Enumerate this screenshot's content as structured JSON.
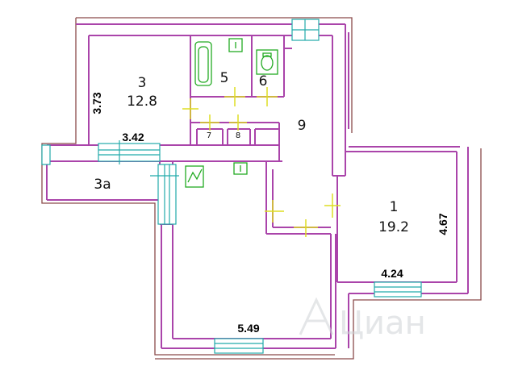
{
  "rooms": [
    {
      "number": "3",
      "area": "12.8"
    },
    {
      "number": "3a"
    },
    {
      "number": "5"
    },
    {
      "number": "6"
    },
    {
      "number": "7"
    },
    {
      "number": "8"
    },
    {
      "number": "9"
    },
    {
      "number": "1",
      "area": "19.2"
    }
  ],
  "dimensions": {
    "room3_height": "3.73",
    "room3_width": "3.42",
    "room1_height": "4.67",
    "room1_width": "4.24",
    "main_room_width": "5.49"
  },
  "watermark": "Циан",
  "colors": {
    "wall": "#aa44aa",
    "outline": "#8a4a4a",
    "window": "#22aaaa",
    "door": "#dddd22",
    "fixture": "#22aa22"
  }
}
